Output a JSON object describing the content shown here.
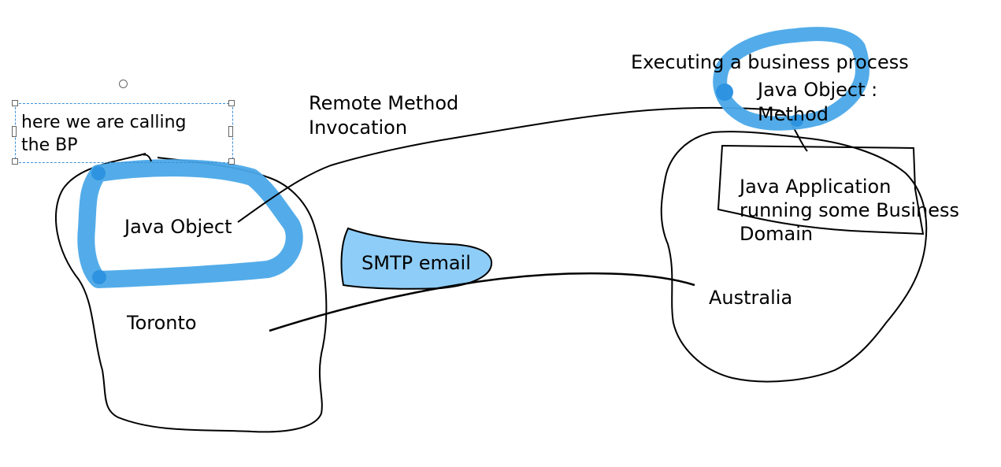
{
  "labels": {
    "calling_note_line1": "here we are calling",
    "calling_note_line2": "the BP",
    "toronto_object": "Java Object",
    "toronto": "Toronto",
    "rmi_line1": "Remote Method",
    "rmi_line2": "Invocation",
    "smtp": "SMTP email",
    "executing": "Executing a business process",
    "aus_object_line1": "Java Object :",
    "aus_object_line2": "Method",
    "app_line1": "Java Application",
    "app_line2": "running some Business",
    "app_line3": "Domain",
    "australia": "Australia"
  },
  "colors": {
    "ink": "#000000",
    "highlight": "#4aa8e8",
    "smtp_fill": "#8ecdf7",
    "selection": "#3d8fd6"
  }
}
